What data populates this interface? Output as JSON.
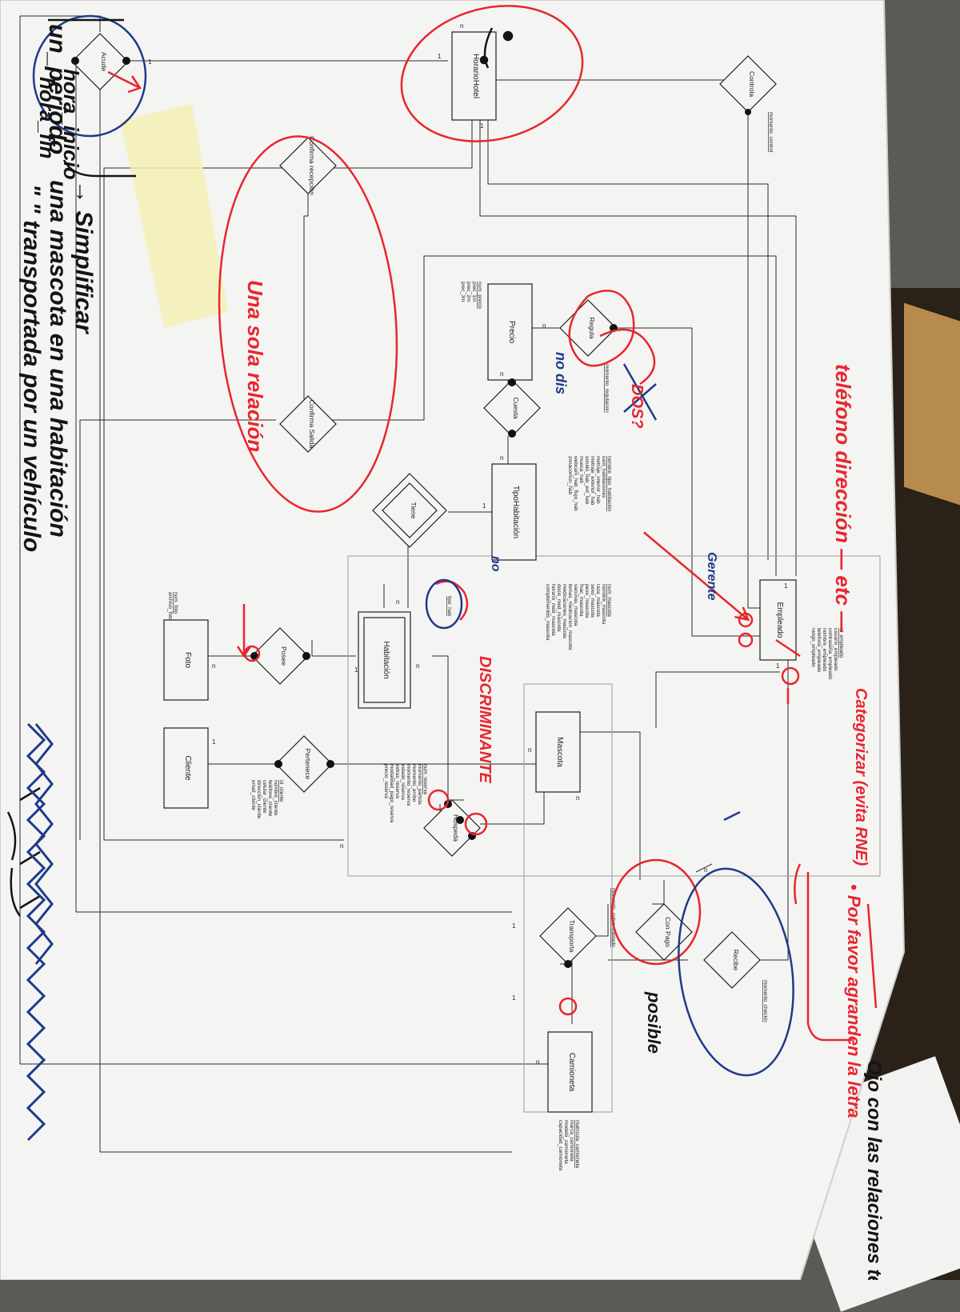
{
  "entities": {
    "horario_hotel": "HorarioHotel",
    "precio": "Precio",
    "tipo_habitacion": "TipoHabitación",
    "habitacion": "Habitación",
    "foto": "Foto",
    "cliente": "Cliente",
    "mascota": "Mascota",
    "empleado": "Empleado",
    "camioneta": "Camioneta"
  },
  "relations": {
    "controla": "Controla",
    "acude": "Acude",
    "confirma_recepcion": "Confirma recepción",
    "regula": "Regula",
    "cuesta": "Cuesta",
    "confirma_salida": "Confirma Salida",
    "tiene": "Tiene",
    "posee": "Posee",
    "pertenece": "Pertenece",
    "hospeda": "Hospeda",
    "transporta": "Transporta",
    "con_pago": "Con Pago",
    "recibe": "Recibe"
  },
  "attributes": {
    "momento_control": "momento_control",
    "precio": [
      "num_precio",
      "prec_1m",
      "prec_2m",
      "prec_3m"
    ],
    "momento_regulacion": "momento_regulacion",
    "tipo_habitacion": [
      "nombre_tipo_habitación",
      "cant_habitaciones",
      "metraje_interior_hab",
      "metraje_exterior_hab",
      "sonido_hab_ext_hab",
      "mueca_hab",
      "webcam_hab_flujo_hab",
      "zonacomun_hab"
    ],
    "habitacion_disc": "tipo_hab",
    "mascota": [
      "num_mascota",
      "nombre_mascota",
      "raza_mascota",
      "sexo_mascota",
      "peso_mascota",
      "fnac_mascota",
      "vacunas_mascota",
      "tomas_medicacion_mascota",
      "medicaciones_mascota",
      "dosis_med_mascota",
      "horario_med_mascota",
      "complementos_mascota"
    ],
    "empleado": [
      "id_empleado",
      "usuario_empleado",
      "contraseña_empleado",
      "nombre_empleado",
      "telefono_empleado",
      "rango_empleado"
    ],
    "hospeda": [
      "num_reserva",
      "momento_partida",
      "momento_arribo",
      "momento_reserva",
      "estado_reserva",
      "extras_reserva",
      "modalidad_pago_reserva",
      "precio_reserva"
    ],
    "cliente": [
      "id_cliente",
      "nombre_cliente",
      "teléfono_cliente",
      "celular_cliente",
      "direccion_cliente",
      "email_cliente"
    ],
    "foto": [
      "num_foto",
      "archivo_foto"
    ],
    "momento_cobro_traslado": "momento_cobro_traslado",
    "momento_checkin": "momento_checkin",
    "camioneta": [
      "matricula_camioneta",
      "marca_camioneta",
      "modelo_camioneta",
      "capacidad_camioneta"
    ]
  },
  "cardinalities": {
    "one": "1",
    "many": "n"
  },
  "annotations": {
    "un_periodo": "un_período",
    "hora_inicio": "hora_inicio",
    "hora_fin": "hora_fin",
    "una_sola_relacion": "Una sola relación",
    "telefono_direccion": "teléfono dirección — etc —",
    "dos": "DOS?",
    "no_dis": "no dis",
    "gerente": "Gerente",
    "discriminante": "DISCRIMINANTE",
    "no": "no",
    "categorizar": "Categorizar (evita RNE)",
    "por_favor": "• Por favor agranden la letra",
    "posible": "posible",
    "ojo": "Ojo con las relaciones ternarios.",
    "simplificar": "→ Simplificar",
    "mascota_hab": "una mascota en una habitación",
    "transportada": "\" \" transportada por un vehículo"
  },
  "colors": {
    "ink": "#1f1f1f",
    "red_pen": "#e8262f",
    "blue_pen": "#1f3a8c",
    "black_pen": "#141414",
    "paper": "#f4f4f2"
  }
}
